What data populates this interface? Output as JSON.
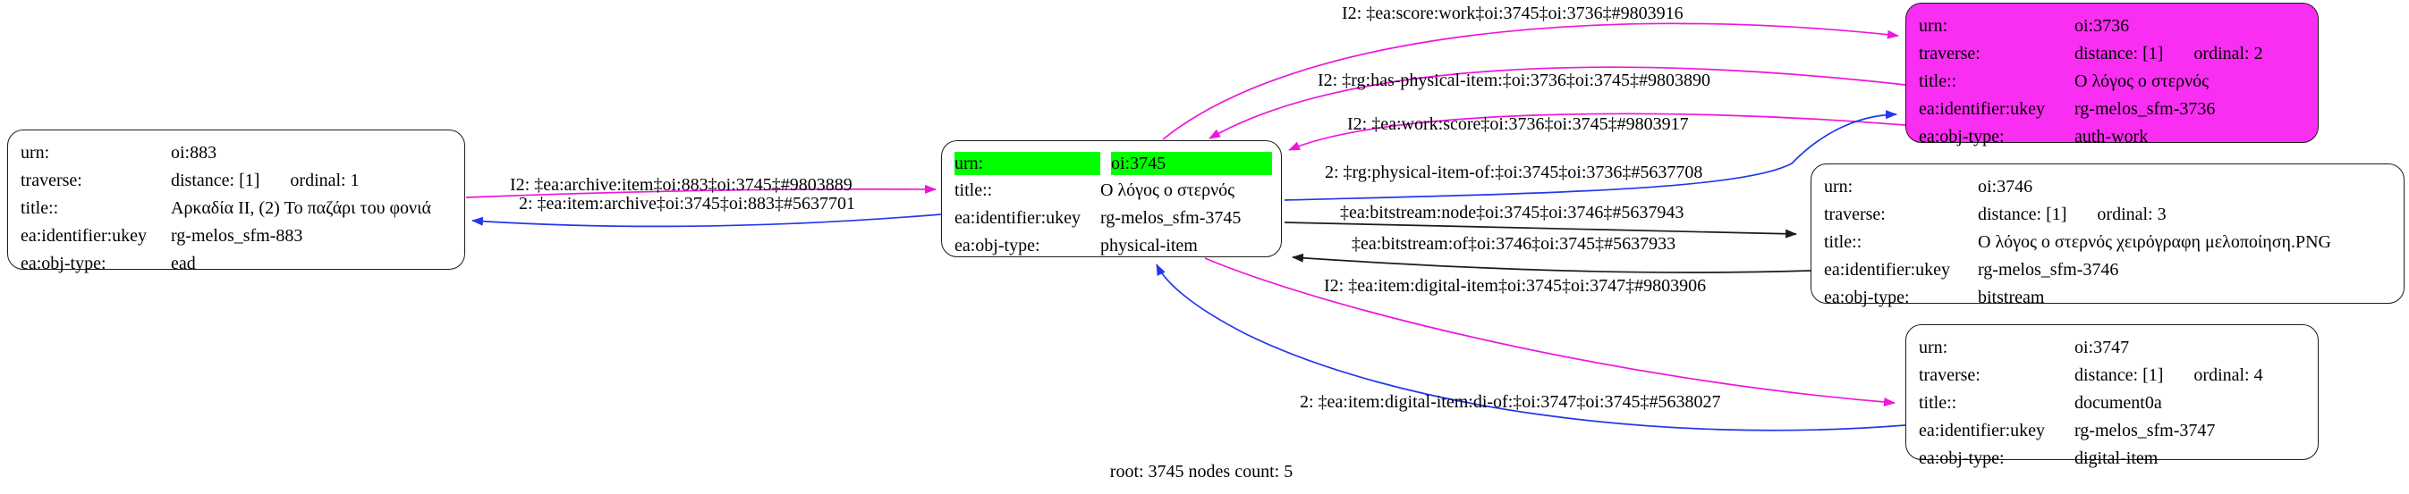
{
  "caption": "root: 3745 nodes count: 5",
  "colors": {
    "highlight_green": "#00ff00",
    "node_magenta_fill": "#fa2df2",
    "edge_magenta": "#ee15dd",
    "edge_blue": "#2337ec",
    "edge_black": "#1b1b1b"
  },
  "nodes": {
    "n883": {
      "rows": [
        {
          "label": "urn:",
          "value": "oi:883"
        },
        {
          "label": "traverse:",
          "value": "distance: [1]",
          "value2": "ordinal: 1"
        },
        {
          "label": "title::",
          "value": "Αρκαδία II, (2) Το παζάρι του φονιά"
        },
        {
          "label": "ea:identifier:ukey",
          "value": "rg-melos_sfm-883"
        },
        {
          "label": "ea:obj-type:",
          "value": "ead"
        }
      ]
    },
    "n3745": {
      "rows": [
        {
          "label": "urn:",
          "value": "oi:3745"
        },
        {
          "label": "title::",
          "value": "Ο λόγος ο στερνός"
        },
        {
          "label": "ea:identifier:ukey",
          "value": "rg-melos_sfm-3745"
        },
        {
          "label": "ea:obj-type:",
          "value": "physical-item"
        }
      ]
    },
    "n3736": {
      "rows": [
        {
          "label": "urn:",
          "value": "oi:3736"
        },
        {
          "label": "traverse:",
          "value": "distance: [1]",
          "value2": "ordinal: 2"
        },
        {
          "label": "title::",
          "value": "Ο λόγος ο στερνός"
        },
        {
          "label": "ea:identifier:ukey",
          "value": "rg-melos_sfm-3736"
        },
        {
          "label": "ea:obj-type:",
          "value": "auth-work"
        }
      ]
    },
    "n3746": {
      "rows": [
        {
          "label": "urn:",
          "value": "oi:3746"
        },
        {
          "label": "traverse:",
          "value": "distance: [1]",
          "value2": "ordinal: 3"
        },
        {
          "label": "title::",
          "value": "Ο λόγος ο στερνός χειρόγραφη μελοποίηση.PNG"
        },
        {
          "label": "ea:identifier:ukey",
          "value": "rg-melos_sfm-3746"
        },
        {
          "label": "ea:obj-type:",
          "value": "bitstream"
        }
      ]
    },
    "n3747": {
      "rows": [
        {
          "label": "urn:",
          "value": "oi:3747"
        },
        {
          "label": "traverse:",
          "value": "distance: [1]",
          "value2": "ordinal: 4"
        },
        {
          "label": "title::",
          "value": "document0a"
        },
        {
          "label": "ea:identifier:ukey",
          "value": "rg-melos_sfm-3747"
        },
        {
          "label": "ea:obj-type:",
          "value": "digital-item"
        }
      ]
    }
  },
  "edges": {
    "score_work": {
      "label": "I2: ‡ea:score:work‡oi:3745‡oi:3736‡#9803916"
    },
    "has_physical_item": {
      "label": "I2: ‡rg:has-physical-item:‡oi:3736‡oi:3745‡#9803890"
    },
    "work_score": {
      "label": "I2: ‡ea:work:score‡oi:3736‡oi:3745‡#9803917"
    },
    "physical_item_of": {
      "label": "2: ‡rg:physical-item-of:‡oi:3745‡oi:3736‡#5637708"
    },
    "bitstream_node": {
      "label": "‡ea:bitstream:node‡oi:3745‡oi:3746‡#5637943"
    },
    "bitstream_of": {
      "label": "‡ea:bitstream:of‡oi:3746‡oi:3745‡#5637933"
    },
    "item_digital_item": {
      "label": "I2: ‡ea:item:digital-item‡oi:3745‡oi:3747‡#9803906"
    },
    "di_of": {
      "label": "2: ‡ea:item:digital-item:di-of:‡oi:3747‡oi:3745‡#5638027"
    },
    "archive_item": {
      "label": "I2: ‡ea:archive:item‡oi:883‡oi:3745‡#9803889"
    },
    "item_archive": {
      "label": "2: ‡ea:item:archive‡oi:3745‡oi:883‡#5637701"
    }
  }
}
